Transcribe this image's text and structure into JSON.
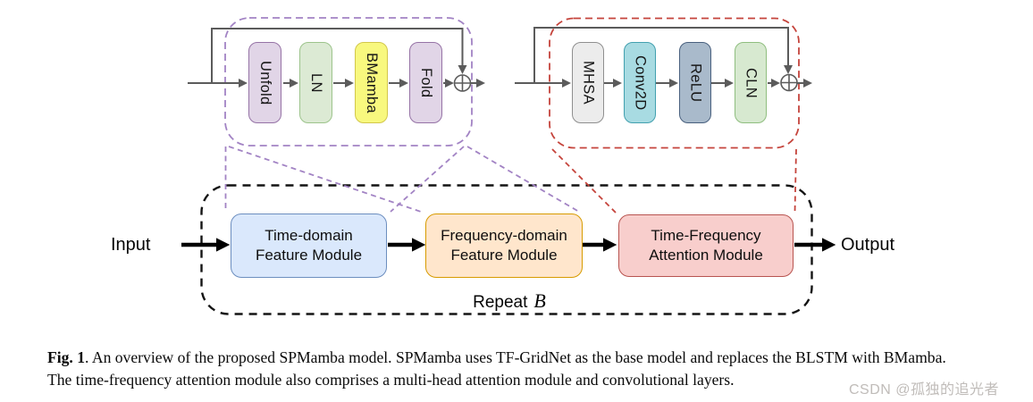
{
  "colors": {
    "bmamba_outline": "#a283c4",
    "attention_outline": "#c5443c",
    "repeat_outline": "#141414",
    "wire_gray": "#5b5b5b",
    "arrow_black": "#000000"
  },
  "bmamba_diagram": {
    "sum_symbol": "⊕",
    "blocks": [
      {
        "label": "Unfold",
        "fill": "#e1d5e7",
        "border": "#9673a6"
      },
      {
        "label": "LN",
        "fill": "#dcead4",
        "border": "#9dc48c"
      },
      {
        "label": "BMamba",
        "fill": "#f8f87e",
        "border": "#d2c74b"
      },
      {
        "label": "Fold",
        "fill": "#e1d5e7",
        "border": "#9673a6"
      }
    ]
  },
  "attention_diagram": {
    "sum_symbol": "⊕",
    "blocks": [
      {
        "label": "MHSA",
        "fill": "#ececec",
        "border": "#8f8f8f"
      },
      {
        "label": "Conv2D",
        "fill": "#a8dbe2",
        "border": "#42a0af"
      },
      {
        "label": "ReLU",
        "fill": "#a9bacb",
        "border": "#49607e"
      },
      {
        "label": "CLN",
        "fill": "#d7e9d0",
        "border": "#8fbe7f"
      }
    ]
  },
  "pipeline": {
    "input_label": "Input",
    "output_label": "Output",
    "repeat_label": "Repeat",
    "repeat_variable": "B",
    "modules": [
      {
        "line1": "Time-domain",
        "line2": "Feature Module",
        "fill": "#dae8fc",
        "border": "#6c8ebf"
      },
      {
        "line1": "Frequency-domain",
        "line2": "Feature Module",
        "fill": "#ffe6cc",
        "border": "#d79b00"
      },
      {
        "line1": "Time-Frequency",
        "line2": "Attention Module",
        "fill": "#f8cecc",
        "border": "#b85450"
      }
    ]
  },
  "caption": {
    "fig_label": "Fig. 1",
    "line1_rest": ". An overview of the proposed SPMamba model. SPMamba uses TF-GridNet as the base model and replaces the BLSTM with BMamba.",
    "line2": "The time-frequency attention module also comprises a multi-head attention module and convolutional layers."
  },
  "watermark": "CSDN @孤独的追光者"
}
